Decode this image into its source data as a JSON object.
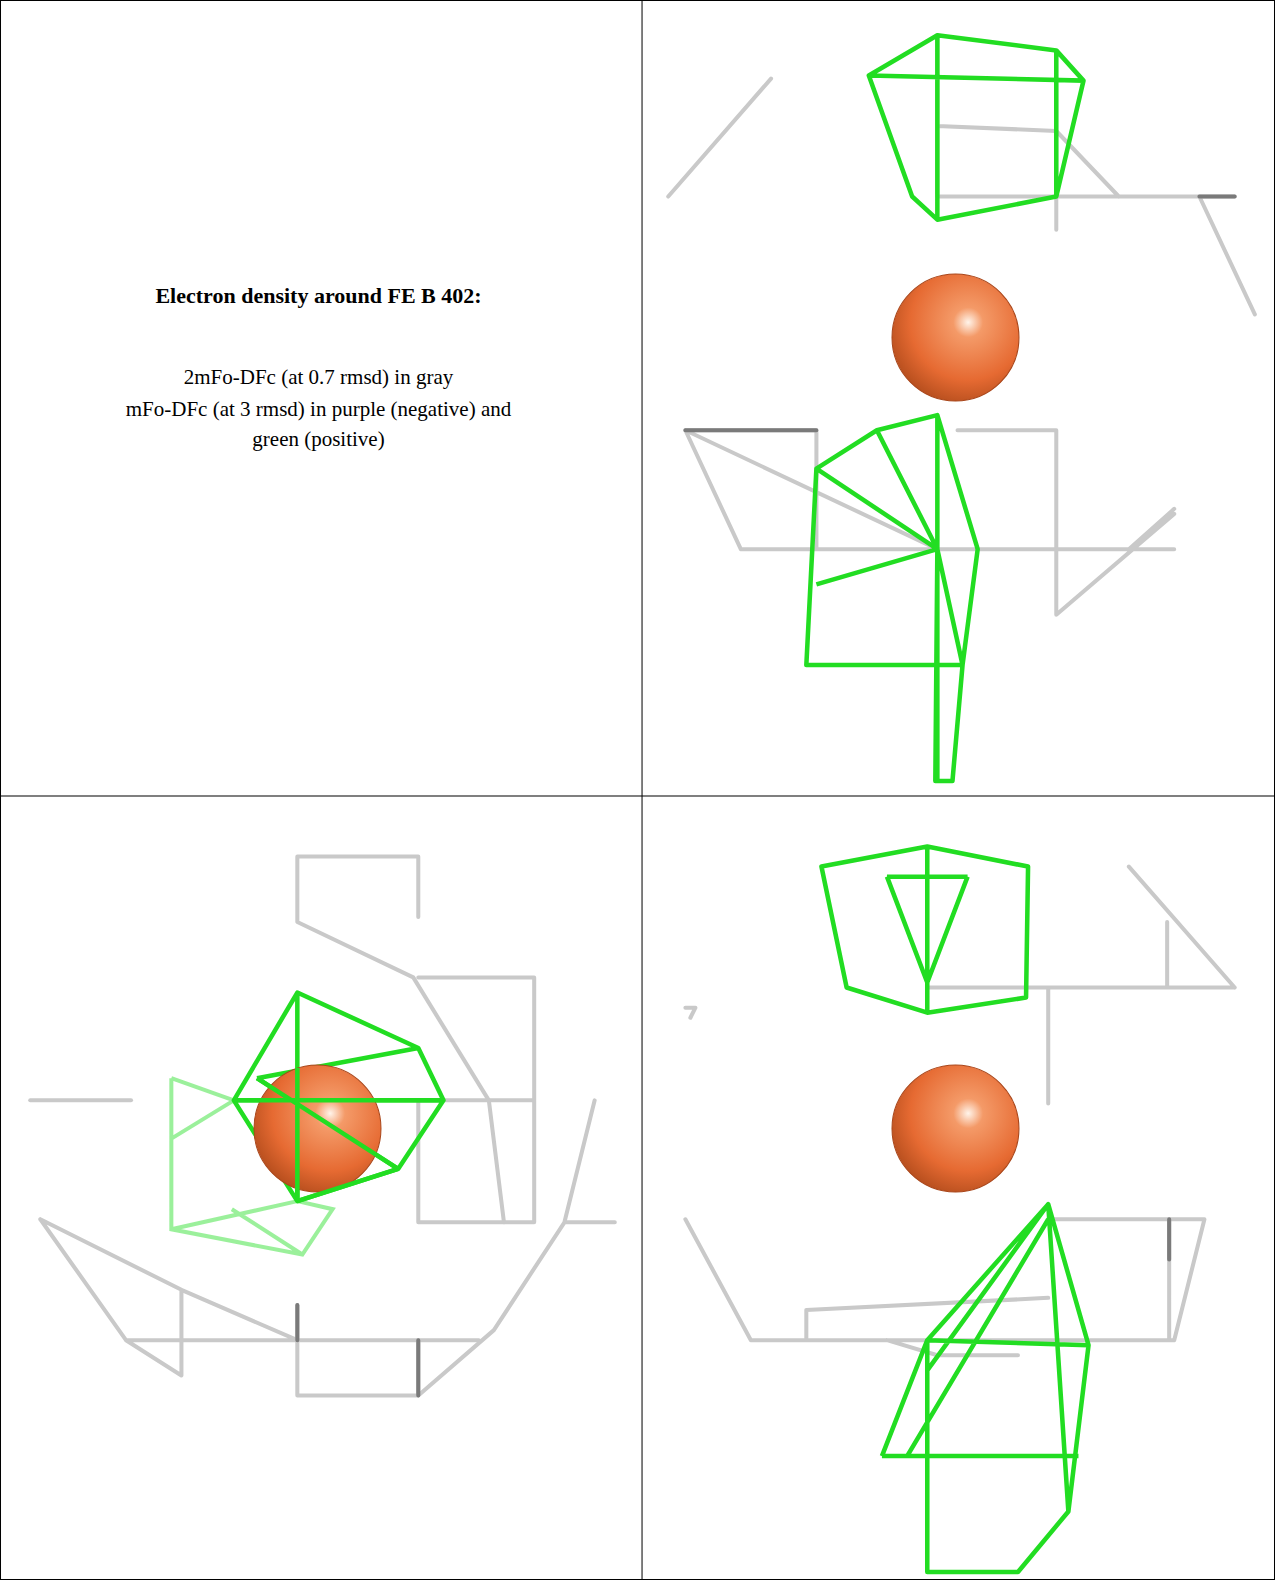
{
  "diagram": {
    "title": "Electron density around FE B 402:",
    "labels": [
      "2mFo-DFc (at 0.7 rmsd) in gray",
      "mFo-DFc (at 3 rmsd) in purple (negative) and green (positive)"
    ]
  }
}
